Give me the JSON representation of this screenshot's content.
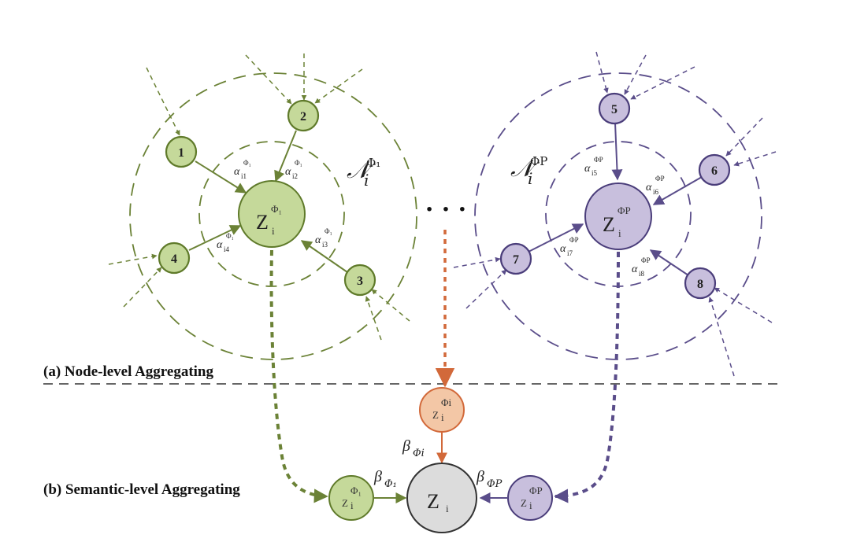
{
  "colors": {
    "green_fill": "#c5d99a",
    "green_stroke": "#5f7a2a",
    "green_line": "#6b8236",
    "purple_fill": "#c8bfdd",
    "purple_stroke": "#4a3d7a",
    "purple_line": "#5a4d8a",
    "orange_fill": "#f3c7a6",
    "orange_stroke": "#d2693a",
    "gray_fill": "#dcdcdc",
    "gray_stroke": "#333333"
  },
  "labels": {
    "node_level": "(a) Node-level Aggregating",
    "semantic_level": "(b) Semantic-level Aggregating",
    "ellipsis": "· · ·"
  },
  "left_cluster": {
    "neighborhood": {
      "base": "𝒩",
      "sub": "i",
      "sup": "Φ₁"
    },
    "center": {
      "base": "Z",
      "sub": "i",
      "sup": "Φ₁"
    },
    "nodes": [
      "1",
      "2",
      "3",
      "4"
    ],
    "weights": [
      {
        "base": "α",
        "sub": "i1",
        "sup": "Φ₁"
      },
      {
        "base": "α",
        "sub": "i2",
        "sup": "Φ₁"
      },
      {
        "base": "α",
        "sub": "i3",
        "sup": "Φ₁"
      },
      {
        "base": "α",
        "sub": "i4",
        "sup": "Φ₁"
      }
    ]
  },
  "right_cluster": {
    "neighborhood": {
      "base": "𝒩",
      "sub": "i",
      "sup": "ΦP"
    },
    "center": {
      "base": "Z",
      "sub": "i",
      "sup": "ΦP"
    },
    "nodes": [
      "5",
      "6",
      "7",
      "8"
    ],
    "weights": [
      {
        "base": "α",
        "sub": "i5",
        "sup": "ΦP"
      },
      {
        "base": "α",
        "sub": "i6",
        "sup": "ΦP"
      },
      {
        "base": "α",
        "sub": "i7",
        "sup": "ΦP"
      },
      {
        "base": "α",
        "sub": "i8",
        "sup": "ΦP"
      }
    ]
  },
  "semantic": {
    "left_small": {
      "base": "Z",
      "sub": "i",
      "sup": "Φ₁"
    },
    "middle_small": {
      "base": "Z",
      "sub": "i",
      "sup": "Φi"
    },
    "right_small": {
      "base": "Z",
      "sub": "i",
      "sup": "ΦP"
    },
    "final": {
      "base": "Z",
      "sub": "i"
    },
    "beta_left": {
      "base": "β",
      "sub": "Φ₁"
    },
    "beta_middle": {
      "base": "β",
      "sub": "Φi"
    },
    "beta_right": {
      "base": "β",
      "sub": "ΦP"
    }
  }
}
